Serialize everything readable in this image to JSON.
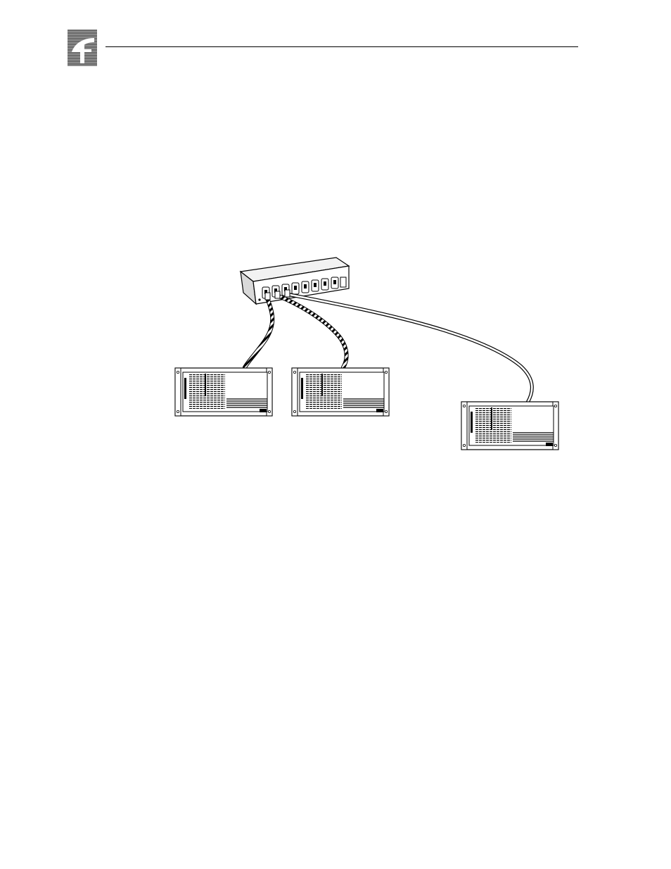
{
  "header": {
    "logo_icon": "company-logo-icon",
    "rule_color": "#000000"
  },
  "diagram": {
    "hub": {
      "icon": "network-hub-icon",
      "port_count": 8,
      "connected_ports": 3
    },
    "servers": [
      {
        "icon": "rackmount-server-icon",
        "cable": "shielded"
      },
      {
        "icon": "rackmount-server-icon",
        "cable": "shielded"
      },
      {
        "icon": "rackmount-server-icon",
        "cable": "unshielded"
      }
    ],
    "colors": {
      "line": "#000000",
      "fill": "#ffffff",
      "hub_top": "#f2f2f2",
      "hub_side": "#d9d9d9"
    }
  }
}
